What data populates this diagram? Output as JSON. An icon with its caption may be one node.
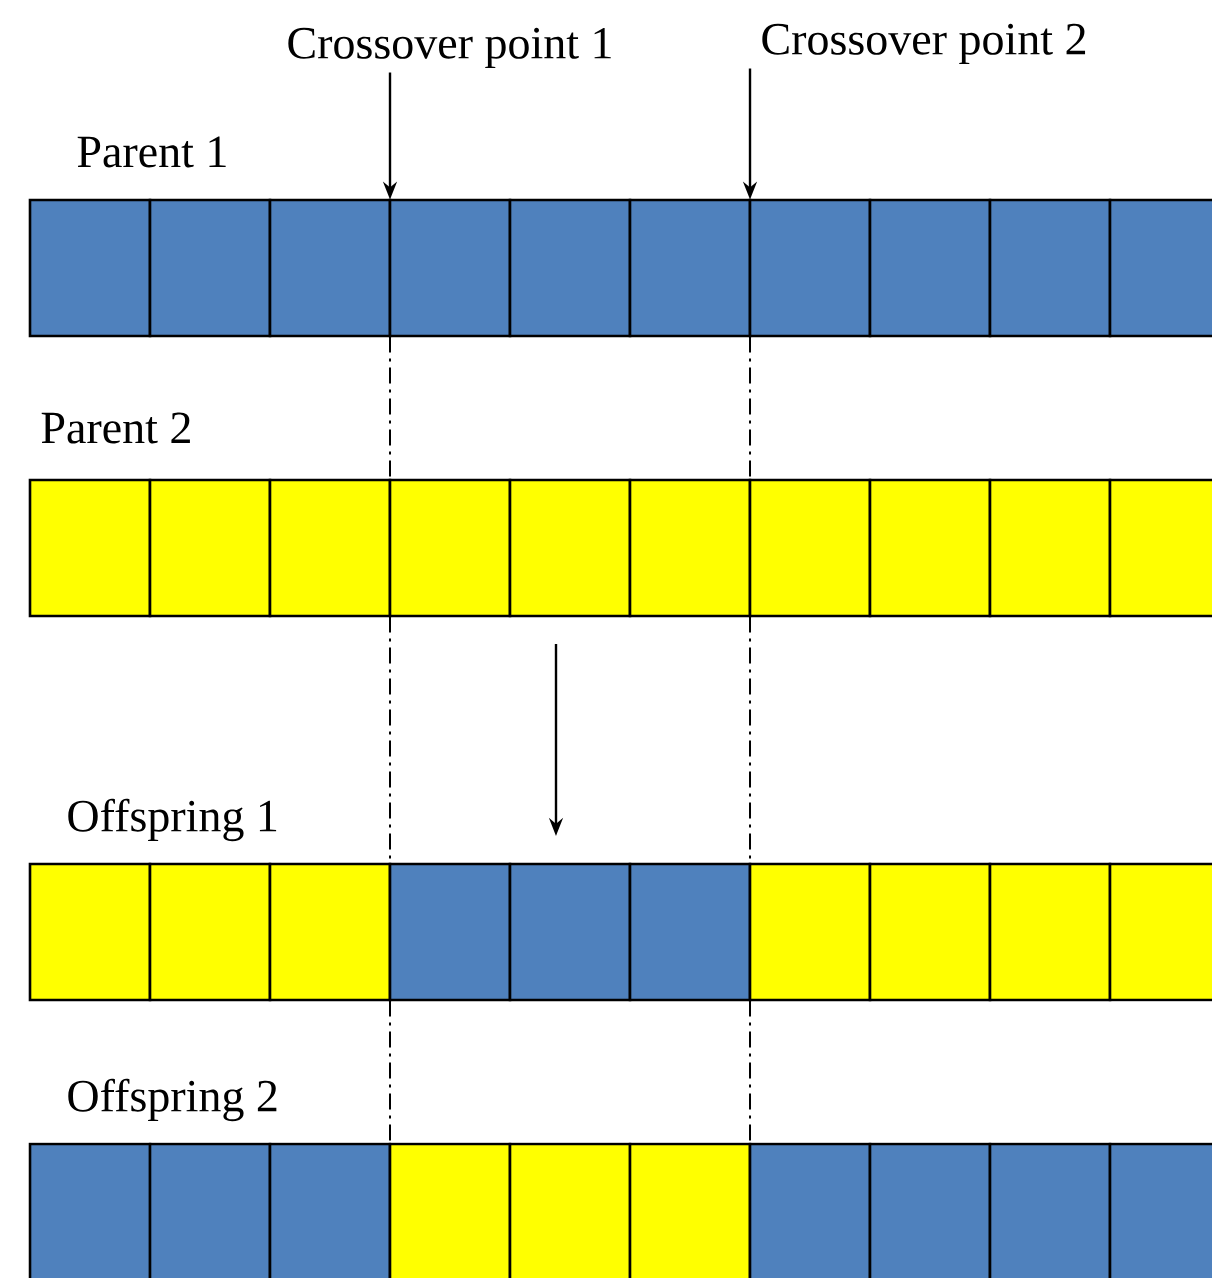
{
  "diagram": {
    "nodes": [
      {
        "text": [
          "Crossover point 1"
        ]
      },
      {
        "text": [
          "Crossover point 2"
        ]
      },
      {
        "text": [],
        "shape": "bar",
        "beside": [
          "Parent 1"
        ]
      },
      {
        "text": [],
        "shape": "bar",
        "beside": [
          "Parent 2"
        ]
      },
      {
        "text": [],
        "shape": "bar",
        "beside": [
          "Offspring 1"
        ]
      },
      {
        "text": [],
        "shape": "bar",
        "beside": [
          "Offspring 2"
        ]
      }
    ],
    "edges": [
      {
        "from": 0,
        "to": 2,
        "arrow": "to"
      },
      {
        "from": 1,
        "to": 2,
        "arrow": "to"
      },
      {
        "from": 2,
        "to": 3,
        "arrow": "none",
        "style": "dashed"
      },
      {
        "from": 2,
        "to": 3,
        "arrow": "none",
        "style": "dashed"
      },
      {
        "from": 3,
        "to": 4,
        "arrow": "none",
        "style": "dashed"
      },
      {
        "from": 3,
        "to": 4,
        "arrow": "none",
        "style": "dashed"
      },
      {
        "from": 4,
        "to": 5,
        "arrow": "none",
        "style": "dashed"
      },
      {
        "from": 4,
        "to": 5,
        "arrow": "none",
        "style": "dashed"
      }
    ]
  }
}
